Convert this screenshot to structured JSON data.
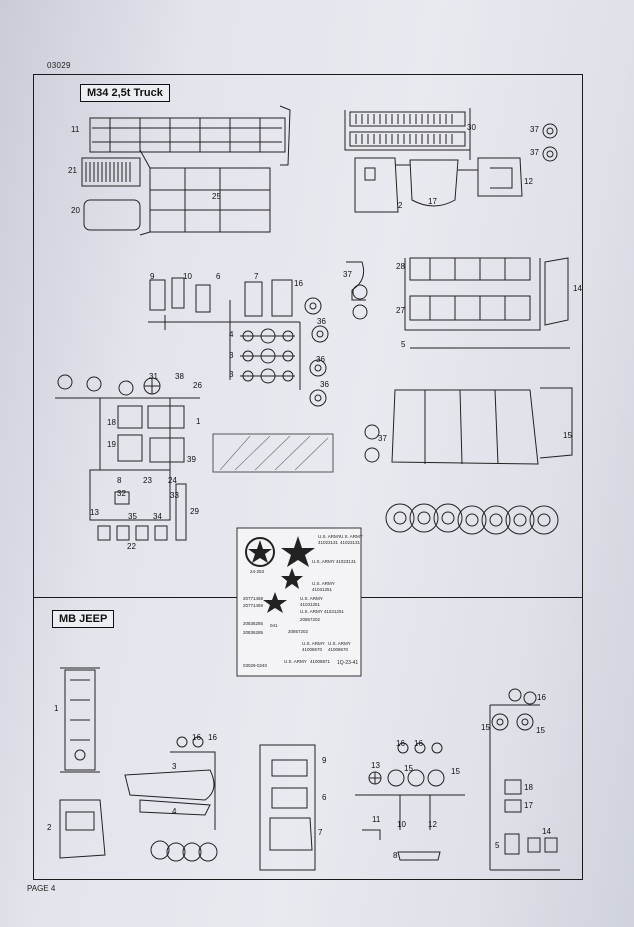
{
  "header": {
    "code": "03029"
  },
  "sections": {
    "truck_title": "M34 2,5t Truck",
    "jeep_title": "MB JEEP"
  },
  "footer": {
    "page": "PAGE 4"
  },
  "truck_parts": [
    "11",
    "21",
    "20",
    "25",
    "30",
    "37",
    "37",
    "2",
    "17",
    "12",
    "9",
    "10",
    "6",
    "7",
    "16",
    "4",
    "3",
    "3",
    "36",
    "36",
    "36",
    "31",
    "38",
    "26",
    "1",
    "18",
    "19",
    "39",
    "8",
    "23",
    "24",
    "32",
    "33",
    "13",
    "35",
    "34",
    "29",
    "22",
    "37",
    "28",
    "27",
    "14",
    "5",
    "37",
    "15"
  ],
  "jeep_parts": [
    "1",
    "2",
    "16",
    "16",
    "3",
    "4",
    "9",
    "6",
    "7",
    "13",
    "16",
    "16",
    "15",
    "15",
    "10",
    "12",
    "11",
    "8",
    "16",
    "15",
    "15",
    "18",
    "17",
    "5",
    "14"
  ],
  "decal_sheet": {
    "lines": [
      "U.S. ARMY",
      "41023131",
      "U.S. ARMY",
      "41023131",
      "U.S. ARMY 41023131",
      "24-253",
      "U.S. ARMY",
      "41031251",
      "U.S. ARMY",
      "41031251",
      "20771459",
      "20771459",
      "U.S. ARMY 41031251",
      "20836285",
      "20857202",
      "20836285",
      "041",
      "20857202",
      "U.S. ARMY",
      "41008670",
      "U.S. ARMY",
      "41008670",
      "U.S. ARMY",
      "41008871",
      "03029-0240",
      "1Q-23-41"
    ]
  }
}
